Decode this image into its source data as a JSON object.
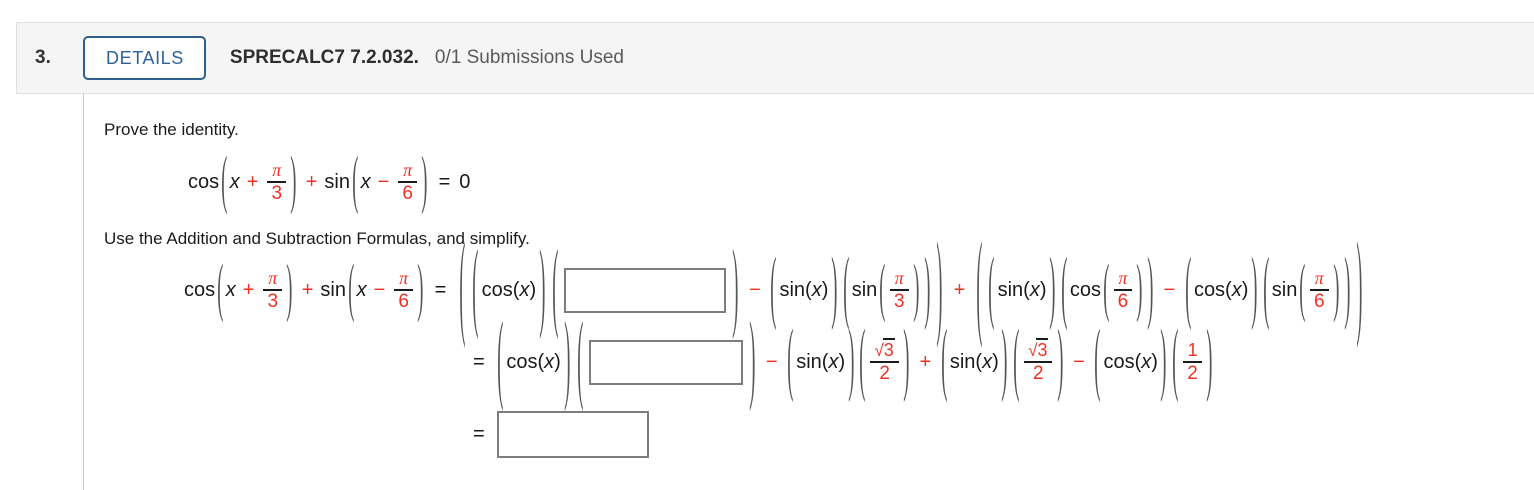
{
  "header": {
    "number": "3.",
    "details_label": "DETAILS",
    "title": "SPRECALC7 7.2.032.",
    "submissions": "0/1 Submissions Used",
    "accent_color": "#2c5f8d",
    "background": "#f5f5f5"
  },
  "body": {
    "prompt_1": "Prove the identity.",
    "prompt_2": "Use the Addition and Subtraction Formulas, and simplify.",
    "red_color": "#ee3124"
  },
  "math": {
    "cos": "cos",
    "sin": "sin",
    "x": "x",
    "pi": "π",
    "plus": "+",
    "minus": "−",
    "equals": "=",
    "zero": "0",
    "lparen": "(",
    "rparen": ")",
    "one": "1",
    "two": "2",
    "three": "3",
    "six": "6",
    "radical": "√",
    "cos_of_x": "cos(",
    "sin_of_x": "sin(",
    "close_x": ")"
  },
  "identity_equation": {
    "lhs": "cos(x + π/3) + sin(x − π/6)",
    "rhs": "0"
  },
  "work_rows": [
    {
      "id": "row-1",
      "expression": "cos(x + π/3) + sin(x − π/6) = ((cos(x))( [input] ) − (sin(x))(sin(π/3))) + ((sin(x))(cos(π/6)) − (cos(x))(sin(π/6)))",
      "input_value": "",
      "input_placeholder": ""
    },
    {
      "id": "row-2",
      "expression": "= (cos(x))( [input] ) − (sin(x))(√3/2) + (sin(x))(√3/2) − (cos(x))(1/2)",
      "input_value": "",
      "input_placeholder": ""
    },
    {
      "id": "row-3",
      "expression": "= [input]",
      "input_value": "",
      "input_placeholder": ""
    }
  ]
}
